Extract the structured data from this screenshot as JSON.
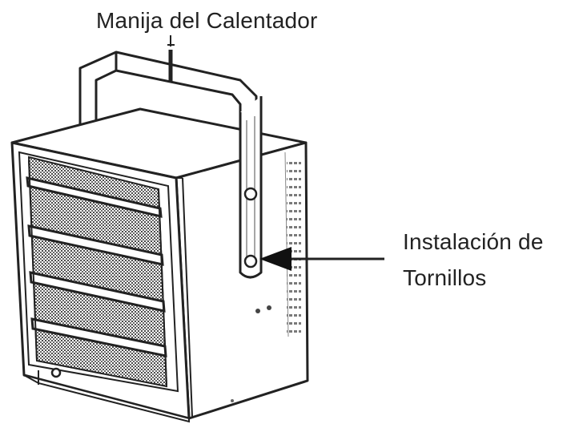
{
  "labels": {
    "handle": "Manija del Calentador",
    "screws_line1": "Instalación de",
    "screws_line2": "Tornillos"
  },
  "colors": {
    "ink": "#222222",
    "grille": "#555555",
    "background": "#ffffff"
  }
}
